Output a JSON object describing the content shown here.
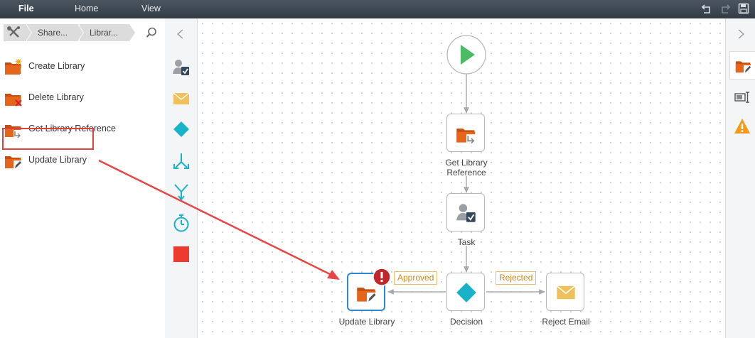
{
  "menu": {
    "file": "File",
    "home": "Home",
    "view": "View"
  },
  "breadcrumb": {
    "item1": "Share...",
    "item2": "Librar..."
  },
  "toolbox": [
    {
      "label": "Create Library"
    },
    {
      "label": "Delete Library"
    },
    {
      "label": "Get Library Reference"
    },
    {
      "label": "Update Library"
    }
  ],
  "workflow": {
    "nodes": {
      "get_ref": "Get Library\nReference",
      "task": "Task",
      "update": "Update Library",
      "decision": "Decision",
      "reject_email": "Reject Email"
    },
    "badges": {
      "approved": "Approved",
      "rejected": "Rejected"
    }
  },
  "colors": {
    "accent_red": "#e0403f",
    "folder_orange": "#e5661b",
    "start_green": "#4cbb63",
    "decision_teal": "#1ab2c8",
    "email_yellow": "#f0c05a",
    "stop_red": "#ee3b31",
    "selection_blue": "#2a8ad0"
  }
}
